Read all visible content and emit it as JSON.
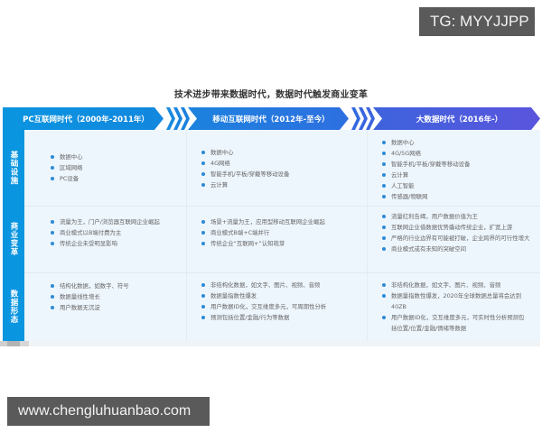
{
  "watermarks": {
    "top_right": "TG: MYYJJPP",
    "bottom_left": "www.chengluhuanbao.com"
  },
  "title": "技术进步带来数据时代，数据时代触发商业变革",
  "colors": {
    "stage1": "#0a95e0",
    "stage2": "#2e6fe0",
    "stage3": "#5a55dd",
    "side": "#0a95e0",
    "panel_bg": "#eef6fd",
    "bullet": "#2c8ad6",
    "text": "#666666"
  },
  "stages": [
    {
      "label": "PC互联网时代（2000年-2011年）"
    },
    {
      "label": "移动互联网时代（2012年-至今）"
    },
    {
      "label": "大数据时代（2016年-）"
    }
  ],
  "rows": [
    {
      "label": "基础设施",
      "cells": [
        [
          "数据中心",
          "区域网络",
          "PC设备"
        ],
        [
          "数据中心",
          "4G网络",
          "智能手机/平板/穿戴等移动设备",
          "云计算"
        ],
        [
          "数据中心",
          "4G/5G网络",
          "智能手机/平板/穿戴等移动设备",
          "云计算",
          "人工智能",
          "传感器/物联网"
        ]
      ]
    },
    {
      "label": "商业变革",
      "cells": [
        [
          "流量为王，门户/浏览器互联网企业崛起",
          "商业模式以B端付费为主",
          "传统企业未受明显影响"
        ],
        [
          "场景+流量为王，应用型移动互联网企业崛起",
          "商业模式B端+C端并行",
          "传统企业“互联网+”认知萌芽"
        ],
        [
          "流量红利告竭，用户数据价值为王",
          "互联网企业借数据优势撬动传统企业，扩宽上游",
          "严格的行业边界有可能被打破，企业跨界的可行性增大",
          "商业模式或有未知的突破空间"
        ]
      ]
    },
    {
      "label": "数据形态",
      "cells": [
        [
          "结构化数据，如数字、符号",
          "数据量线性增长",
          "用户数据无沉淀"
        ],
        [
          "非结构化数据，如文字、图片、视频、音频",
          "数据量指数性爆发",
          "用户数据ID化，交互维度多元，可周期性分析",
          "预测包括位置/金融/行为等数据"
        ],
        [
          "非结构化数据，如文字、图片、视频、音频",
          "数据量指数性爆发，2020年全球数据总量将会达到40ZB",
          "用户数据ID化，交互维度多元，可实时性分析预测包括位置/位置/金融/情绪等数据"
        ]
      ]
    }
  ]
}
